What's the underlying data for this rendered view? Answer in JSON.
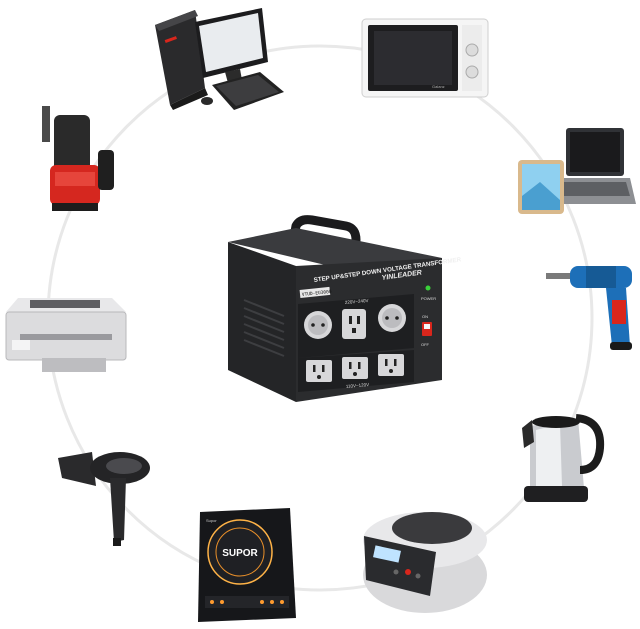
{
  "transformer": {
    "title": "STEP UP&STEP DOWN VOLTAGE TRANSFORMER",
    "brand": "YINLEADER",
    "model": "VTUD-EU3000",
    "top_voltage": "220V~240V",
    "bottom_voltage": "110V~120V",
    "power_label": "POWER",
    "switch_on": "ON",
    "switch_off": "OFF"
  },
  "appliances": {
    "microwave_brand": "Galanz",
    "induction_brand": "SUPOR",
    "induction_small_logo": "Supor"
  },
  "colors": {
    "ring": "#e6e6e6",
    "transformer_body": "#2b2c2e",
    "panel": "#1e1f21",
    "accent_red": "#d9261c",
    "drill_blue": "#1d6fb8",
    "pump_red": "#d5271f"
  }
}
